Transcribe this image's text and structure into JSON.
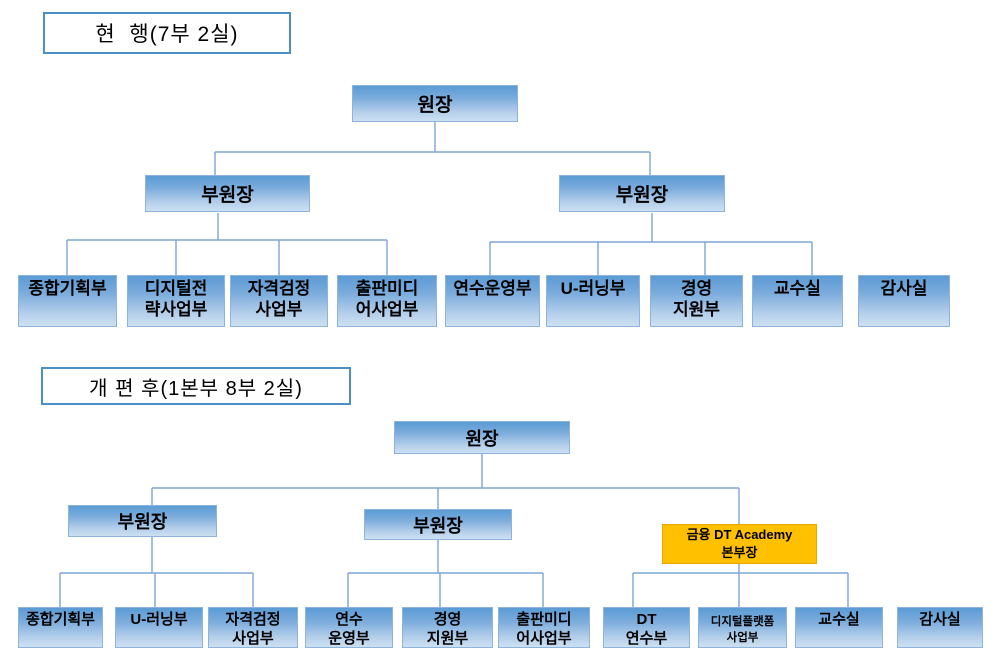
{
  "current": {
    "title": "현  행(7부 2실)",
    "director": "원장",
    "deputy_left": "부원장",
    "deputy_right": "부원장",
    "departments": [
      {
        "label": "종합기획부"
      },
      {
        "label": "디지털전\n략사업부"
      },
      {
        "label": "자격검정\n사업부"
      },
      {
        "label": "출판미디\n어사업부"
      },
      {
        "label": "연수운영부"
      },
      {
        "label": "U-러닝부"
      },
      {
        "label": "경영\n지원부"
      },
      {
        "label": "교수실"
      },
      {
        "label": "감사실"
      }
    ]
  },
  "reorganized": {
    "title": "개 편 후(1본부 8부 2실)",
    "director": "원장",
    "deputy_left": "부원장",
    "deputy_middle": "부원장",
    "academy_head": "금융 DT Academy\n본부장",
    "departments": [
      {
        "label": "종합기획부"
      },
      {
        "label": "U-러닝부"
      },
      {
        "label": "자격검정\n사업부"
      },
      {
        "label": "연수\n운영부"
      },
      {
        "label": "경영\n지원부"
      },
      {
        "label": "출판미디\n어사업부"
      },
      {
        "label": "DT\n연수부"
      },
      {
        "label": "디지털플랫폼\n사업부"
      },
      {
        "label": "교수실"
      },
      {
        "label": "감사실"
      }
    ]
  },
  "colors": {
    "node_gradient_top": "#5B9BD5",
    "node_gradient_bottom": "#CDE0F2",
    "node_border": "#8FB4DC",
    "connector_line": "#7EA6D4",
    "academy_fill": "#FFC000",
    "academy_border": "#E8A800",
    "title_border": "#4A90C4",
    "text": "#000000"
  }
}
